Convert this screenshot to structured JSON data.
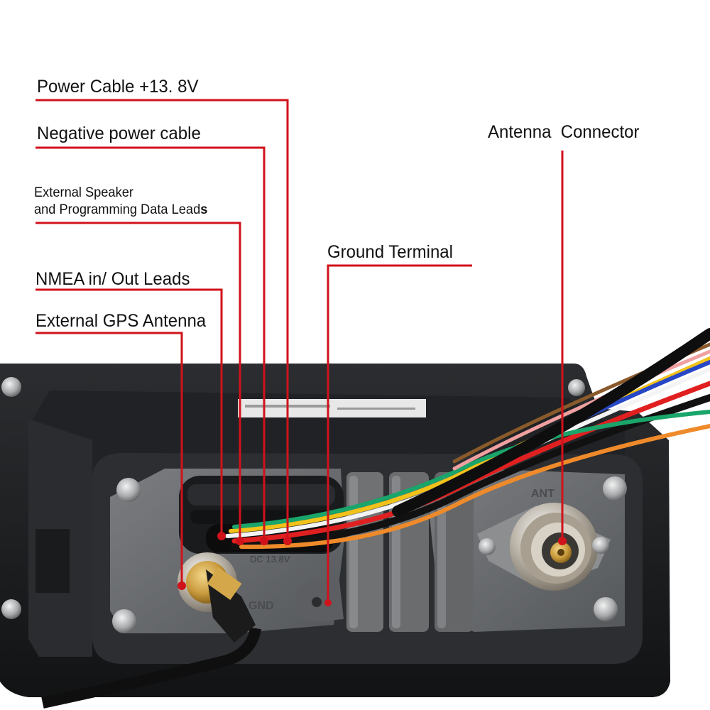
{
  "callouts": [
    {
      "id": "power-cable",
      "text": "Power Cable +13. 8V"
    },
    {
      "id": "negative-power-cable",
      "text": "Negative power cable"
    },
    {
      "id": "external-speaker",
      "line1": "External Speaker",
      "line2": "and Programming Data Lead",
      "line2_bold_suffix": "s"
    },
    {
      "id": "nmea-leads",
      "text": "NMEA in/ Out Leads"
    },
    {
      "id": "external-gps-antenna",
      "text": "External GPS Antenna"
    },
    {
      "id": "ground-terminal",
      "text": "Ground Terminal"
    },
    {
      "id": "antenna-connector",
      "text": "Antenna  Connector"
    }
  ],
  "device_markings": {
    "ant": "ANT",
    "gnd": "GND",
    "dc": "DC 13.8V"
  },
  "colors": {
    "leader_line": "#d0121b",
    "device_body": "#1c1e20",
    "panel": "#6b6d6f",
    "brass": "#c99a3c",
    "wire_red": "#e02020",
    "wire_black": "#111111",
    "wire_green": "#1aa56a",
    "wire_yellow": "#f2c21a",
    "wire_orange": "#ef8a2a",
    "wire_white": "#f4f4f4",
    "wire_blue": "#2747c6",
    "wire_brown": "#8a5a2b",
    "wire_pink": "#f0a0a0"
  }
}
